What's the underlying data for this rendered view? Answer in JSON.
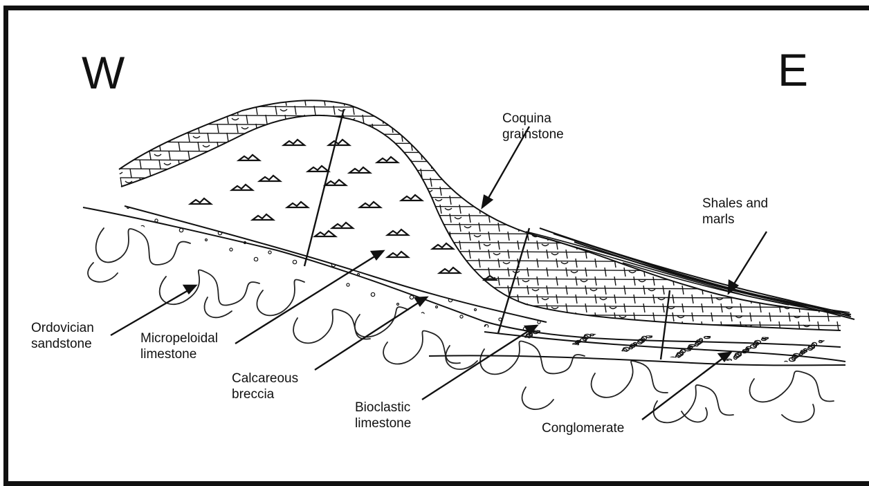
{
  "directions": {
    "west": "W",
    "east": "E"
  },
  "labels": {
    "coquina": [
      "Coquina",
      "grainstone"
    ],
    "shales": [
      "Shales and",
      "marls"
    ],
    "ordovician": [
      "Ordovician",
      "sandstone"
    ],
    "micropeloidal": [
      "Micropeloidal",
      "limestone"
    ],
    "calcareous": [
      "Calcareous",
      "breccia"
    ],
    "bioclastic": [
      "Bioclastic",
      "limestone"
    ],
    "conglomerate": [
      "Conglomerate"
    ]
  }
}
